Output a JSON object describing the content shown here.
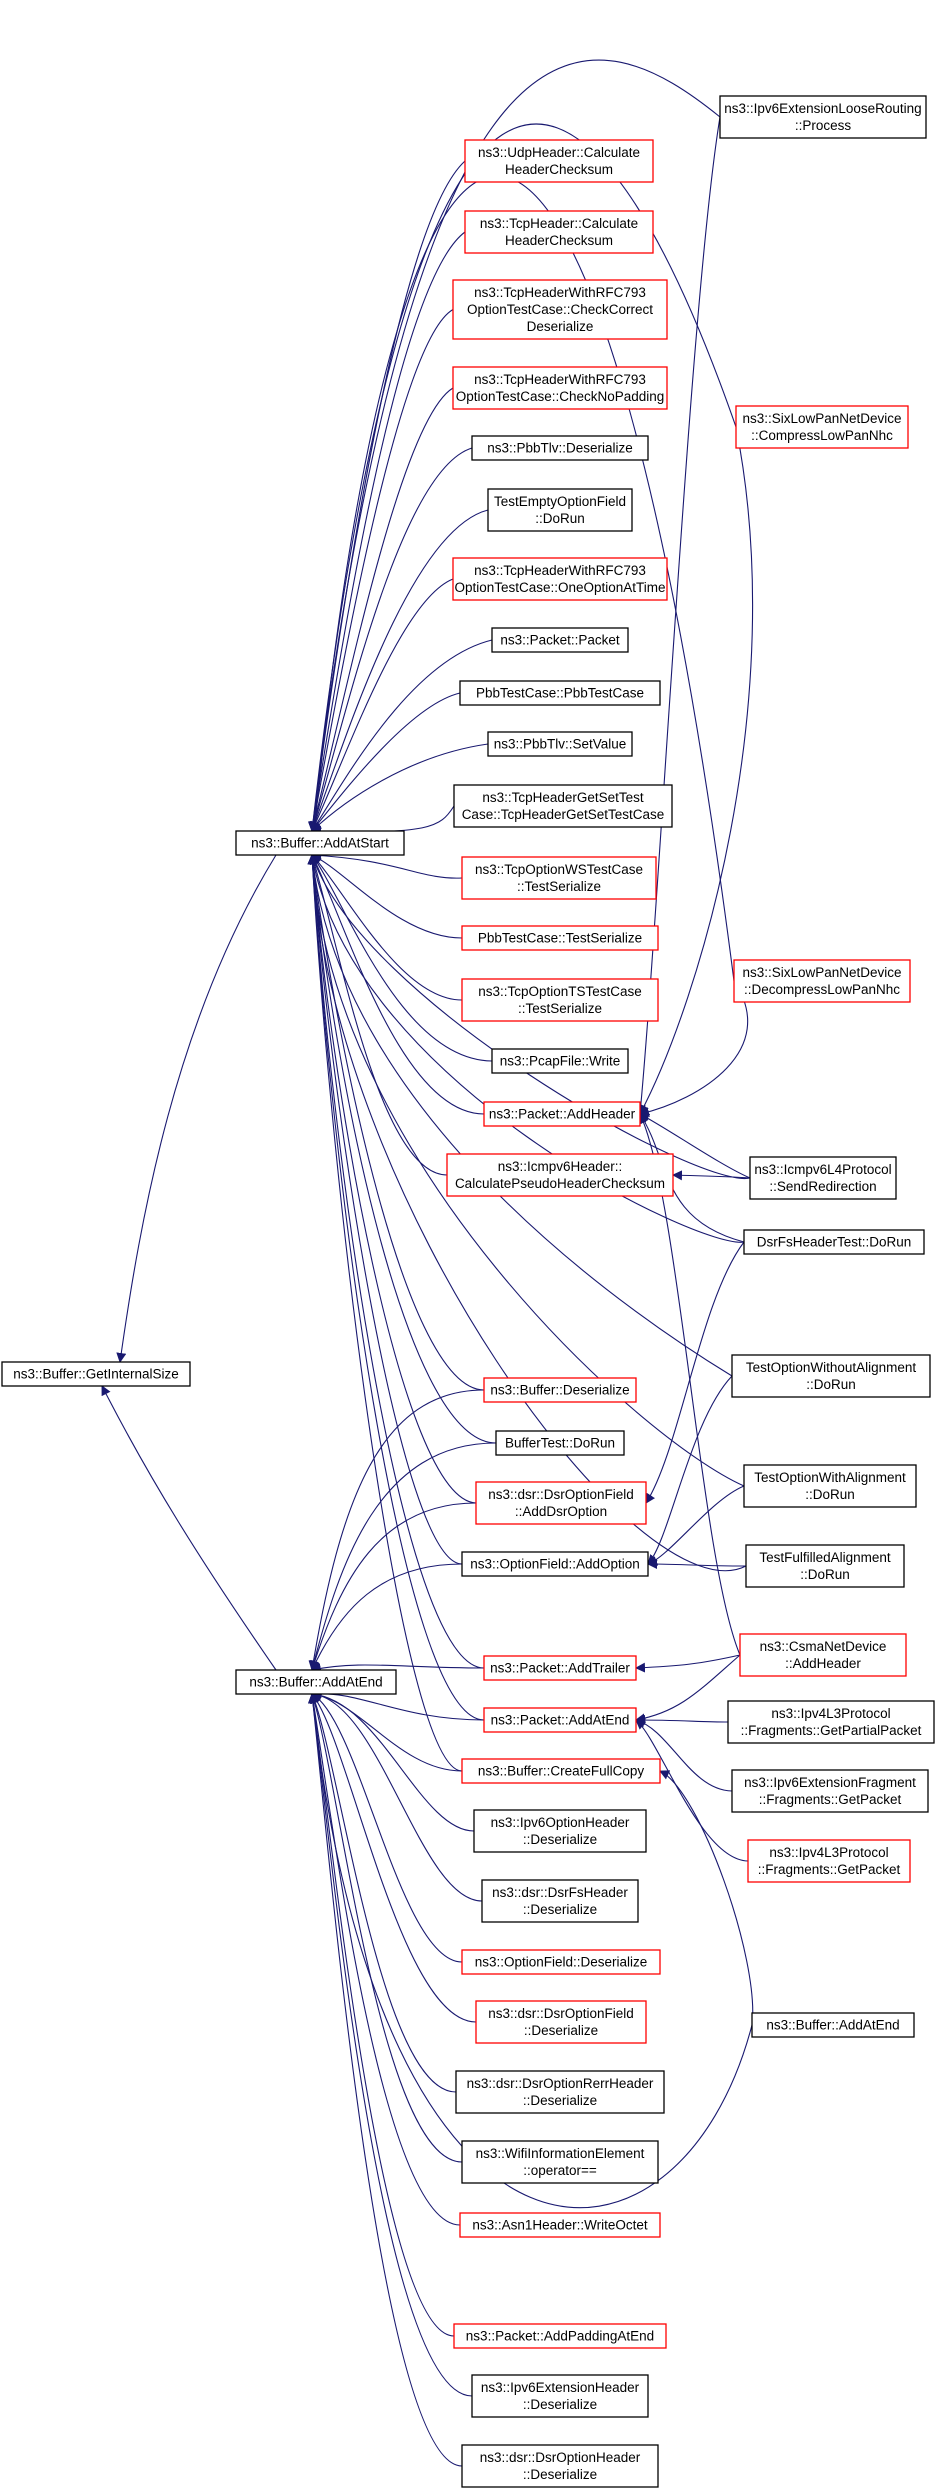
{
  "colors": {
    "edge": "#191970",
    "border_default": "#000000",
    "border_highlight": "#ff0000",
    "root_fill": "#bfbfbf"
  },
  "nodes": [
    {
      "id": "root",
      "lines": [
        "ns3::Buffer::GetInternalSize"
      ],
      "border": "black",
      "fill": "#bfbfbf"
    },
    {
      "id": "addatstart",
      "lines": [
        "ns3::Buffer::AddAtStart"
      ],
      "border": "black"
    },
    {
      "id": "addatend",
      "lines": [
        "ns3::Buffer::AddAtEnd"
      ],
      "border": "black"
    },
    {
      "id": "udp_calc",
      "lines": [
        "ns3::UdpHeader::Calculate",
        "HeaderChecksum"
      ],
      "border": "red"
    },
    {
      "id": "tcp_calc",
      "lines": [
        "ns3::TcpHeader::Calculate",
        "HeaderChecksum"
      ],
      "border": "red"
    },
    {
      "id": "tcp793_checkcorrect",
      "lines": [
        "ns3::TcpHeaderWithRFC793",
        "OptionTestCase::CheckCorrect",
        "Deserialize"
      ],
      "border": "red"
    },
    {
      "id": "tcp793_checknopad",
      "lines": [
        "ns3::TcpHeaderWithRFC793",
        "OptionTestCase::CheckNoPadding"
      ],
      "border": "red"
    },
    {
      "id": "pbbtlv_deser",
      "lines": [
        "ns3::PbbTlv::Deserialize"
      ],
      "border": "black"
    },
    {
      "id": "testempty",
      "lines": [
        "TestEmptyOptionField",
        "::DoRun"
      ],
      "border": "black"
    },
    {
      "id": "tcp793_oneoption",
      "lines": [
        "ns3::TcpHeaderWithRFC793",
        "OptionTestCase::OneOptionAtTime"
      ],
      "border": "red"
    },
    {
      "id": "packet_packet",
      "lines": [
        "ns3::Packet::Packet"
      ],
      "border": "black"
    },
    {
      "id": "pbbtestcase",
      "lines": [
        "PbbTestCase::PbbTestCase"
      ],
      "border": "black"
    },
    {
      "id": "pbbtlv_setvalue",
      "lines": [
        "ns3::PbbTlv::SetValue"
      ],
      "border": "black"
    },
    {
      "id": "tcpgetset",
      "lines": [
        "ns3::TcpHeaderGetSetTest",
        "Case::TcpHeaderGetSetTestCase"
      ],
      "border": "black"
    },
    {
      "id": "tcpoptws",
      "lines": [
        "ns3::TcpOptionWSTestCase",
        "::TestSerialize"
      ],
      "border": "red"
    },
    {
      "id": "pbbtestser",
      "lines": [
        "PbbTestCase::TestSerialize"
      ],
      "border": "red"
    },
    {
      "id": "tcpoptts",
      "lines": [
        "ns3::TcpOptionTSTestCase",
        "::TestSerialize"
      ],
      "border": "red"
    },
    {
      "id": "pcapwrite",
      "lines": [
        "ns3::PcapFile::Write"
      ],
      "border": "black"
    },
    {
      "id": "packet_addheader",
      "lines": [
        "ns3::Packet::AddHeader"
      ],
      "border": "red"
    },
    {
      "id": "icmpv6_calc",
      "lines": [
        "ns3::Icmpv6Header::",
        "CalculatePseudoHeaderChecksum"
      ],
      "border": "red"
    },
    {
      "id": "buffer_deser",
      "lines": [
        "ns3::Buffer::Deserialize"
      ],
      "border": "red"
    },
    {
      "id": "buffertest",
      "lines": [
        "BufferTest::DoRun"
      ],
      "border": "black"
    },
    {
      "id": "dsr_adddsr",
      "lines": [
        "ns3::dsr::DsrOptionField",
        "::AddDsrOption"
      ],
      "border": "red"
    },
    {
      "id": "optfield_addopt",
      "lines": [
        "ns3::OptionField::AddOption"
      ],
      "border": "black"
    },
    {
      "id": "packet_addtrailer",
      "lines": [
        "ns3::Packet::AddTrailer"
      ],
      "border": "red"
    },
    {
      "id": "packet_addatend",
      "lines": [
        "ns3::Packet::AddAtEnd"
      ],
      "border": "red"
    },
    {
      "id": "buffer_createfull",
      "lines": [
        "ns3::Buffer::CreateFullCopy"
      ],
      "border": "red"
    },
    {
      "id": "ipv6opt_deser",
      "lines": [
        "ns3::Ipv6OptionHeader",
        "::Deserialize"
      ],
      "border": "black"
    },
    {
      "id": "dsrfs_deser",
      "lines": [
        "ns3::dsr::DsrFsHeader",
        "::Deserialize"
      ],
      "border": "black"
    },
    {
      "id": "optfield_deser",
      "lines": [
        "ns3::OptionField::Deserialize"
      ],
      "border": "red"
    },
    {
      "id": "dsroptfield_deser",
      "lines": [
        "ns3::dsr::DsrOptionField",
        "::Deserialize"
      ],
      "border": "red"
    },
    {
      "id": "dsrrerr_deser",
      "lines": [
        "ns3::dsr::DsrOptionRerrHeader",
        "::Deserialize"
      ],
      "border": "black"
    },
    {
      "id": "wifiinfo",
      "lines": [
        "ns3::WifiInformationElement",
        "::operator=="
      ],
      "border": "black"
    },
    {
      "id": "asn1",
      "lines": [
        "ns3::Asn1Header::WriteOctet"
      ],
      "border": "red"
    },
    {
      "id": "packet_addpad",
      "lines": [
        "ns3::Packet::AddPaddingAtEnd"
      ],
      "border": "red"
    },
    {
      "id": "ipv6ext_deser",
      "lines": [
        "ns3::Ipv6ExtensionHeader",
        "::Deserialize"
      ],
      "border": "black"
    },
    {
      "id": "dsropthdr_deser",
      "lines": [
        "ns3::dsr::DsrOptionHeader",
        "::Deserialize"
      ],
      "border": "black"
    },
    {
      "id": "ipv6loose",
      "lines": [
        "ns3::Ipv6ExtensionLooseRouting",
        "::Process"
      ],
      "border": "black"
    },
    {
      "id": "sixlow_comp",
      "lines": [
        "ns3::SixLowPanNetDevice",
        "::CompressLowPanNhc"
      ],
      "border": "red"
    },
    {
      "id": "sixlow_decomp",
      "lines": [
        "ns3::SixLowPanNetDevice",
        "::DecompressLowPanNhc"
      ],
      "border": "red"
    },
    {
      "id": "icmpv6l4",
      "lines": [
        "ns3::Icmpv6L4Protocol",
        "::SendRedirection"
      ],
      "border": "black"
    },
    {
      "id": "dsrfstest",
      "lines": [
        "DsrFsHeaderTest::DoRun"
      ],
      "border": "black"
    },
    {
      "id": "testoptwithout",
      "lines": [
        "TestOptionWithoutAlignment",
        "::DoRun"
      ],
      "border": "black"
    },
    {
      "id": "testoptwith",
      "lines": [
        "TestOptionWithAlignment",
        "::DoRun"
      ],
      "border": "black"
    },
    {
      "id": "testfulfilled",
      "lines": [
        "TestFulfilledAlignment",
        "::DoRun"
      ],
      "border": "black"
    },
    {
      "id": "csma_addheader",
      "lines": [
        "ns3::CsmaNetDevice",
        "::AddHeader"
      ],
      "border": "red"
    },
    {
      "id": "ipv4l3_getpartial",
      "lines": [
        "ns3::Ipv4L3Protocol",
        "::Fragments::GetPartialPacket"
      ],
      "border": "black"
    },
    {
      "id": "ipv6extfrag",
      "lines": [
        "ns3::Ipv6ExtensionFragment",
        "::Fragments::GetPacket"
      ],
      "border": "black"
    },
    {
      "id": "ipv4l3_getpacket",
      "lines": [
        "ns3::Ipv4L3Protocol",
        "::Fragments::GetPacket"
      ],
      "border": "red"
    },
    {
      "id": "buffer_addatend2",
      "lines": [
        "ns3::Buffer::AddAtEnd"
      ],
      "border": "black"
    }
  ]
}
